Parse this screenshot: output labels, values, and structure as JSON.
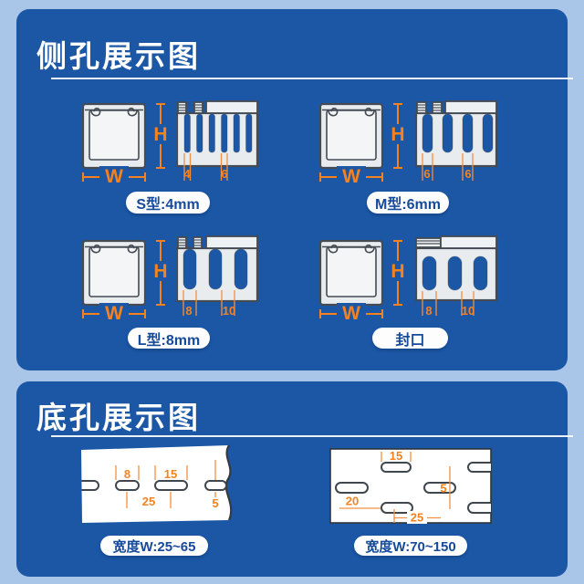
{
  "colors": {
    "background": "#a9c6e9",
    "panel_blue": "#1b57a5",
    "accent_orange": "#f5821f",
    "pill_text_blue": "#164a9a",
    "diagram_body_gray": "#e9ecef",
    "outline_gray": "#444b53",
    "white": "#ffffff"
  },
  "top_panel": {
    "title": "侧孔展示图",
    "groups": [
      {
        "pill": "S型:4mm",
        "h_label": "H",
        "w_label": "W",
        "dim1": "4",
        "dim2": "6"
      },
      {
        "pill": "M型:6mm",
        "h_label": "H",
        "w_label": "W",
        "dim1": "6",
        "dim2": "6"
      },
      {
        "pill": "L型:8mm",
        "h_label": "H",
        "w_label": "W",
        "dim1": "8",
        "dim2": "10"
      },
      {
        "pill": "封口",
        "h_label": "H",
        "w_label": "W",
        "dim1": "8",
        "dim2": "10"
      }
    ]
  },
  "bottom_panel": {
    "title": "底孔展示图",
    "left_fig": {
      "pill": "宽度W:25~65",
      "slot_width": "8",
      "slot_length": "15",
      "pitch": "25",
      "gap": "5"
    },
    "right_fig": {
      "pill": "宽度W:70~150",
      "slot_length": "15",
      "gap": "5",
      "edge_offset": "20",
      "pitch": "25"
    }
  }
}
